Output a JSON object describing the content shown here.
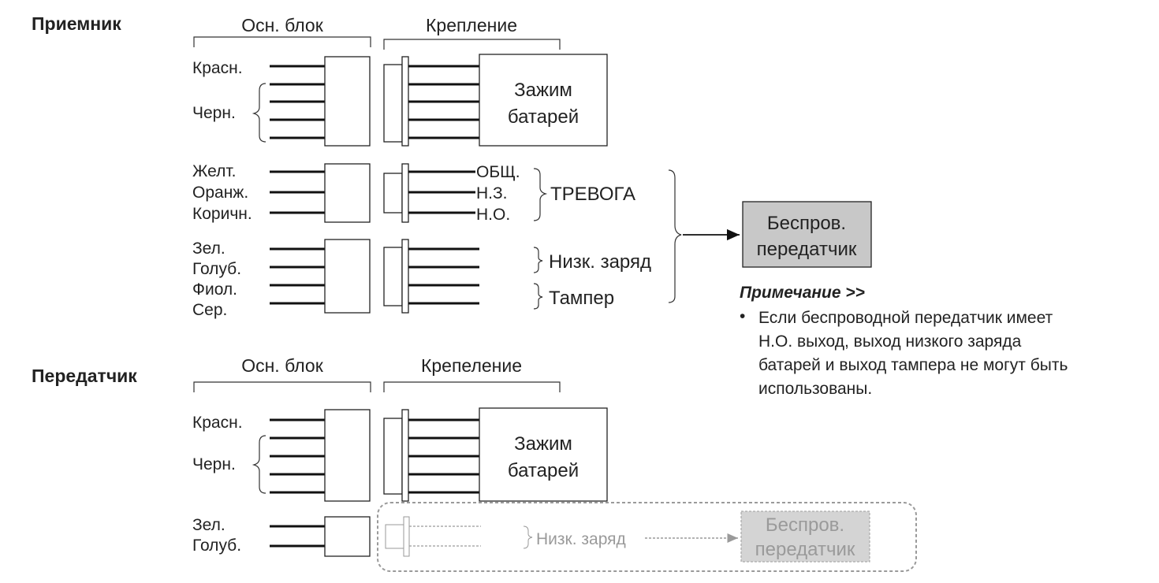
{
  "receiver": {
    "title": "Приемник",
    "main_unit_label": "Осн. блок",
    "mount_label": "Крепление",
    "wire_red": "Красн.",
    "wire_black": "Черн.",
    "battery_clamp_line1": "Зажим",
    "battery_clamp_line2": "батарей",
    "wire_yellow": "Желт.",
    "wire_orange": "Оранж.",
    "wire_brown": "Коричн.",
    "terminal_com": "ОБЩ.",
    "terminal_nc": "Н.З.",
    "terminal_no": "Н.О.",
    "alarm_label": "ТРЕВОГА",
    "wire_green": "Зел.",
    "wire_blue": "Голуб.",
    "wire_violet": "Фиол.",
    "wire_gray": "Сер.",
    "low_battery_label": "Низк. заряд",
    "tamper_label": "Тампер",
    "wireless_tx_line1": "Беспров.",
    "wireless_tx_line2": "передатчик"
  },
  "note": {
    "title": "Примечание >>",
    "bullet": "•",
    "line1": "Если беспроводной передатчик имеет",
    "line2": "Н.О. выход, выход низкого заряда",
    "line3": "батарей и выход тампера не могут быть",
    "line4": "использованы."
  },
  "transmitter": {
    "title": "Передатчик",
    "main_unit_label": "Осн. блок",
    "mount_label": "Крепеление",
    "wire_red": "Красн.",
    "wire_black": "Черн.",
    "battery_clamp_line1": "Зажим",
    "battery_clamp_line2": "батарей",
    "wire_green": "Зел.",
    "wire_blue": "Голуб.",
    "low_battery_label": "Низк. заряд",
    "wireless_tx_line1": "Беспров.",
    "wireless_tx_line2": "передатчик"
  },
  "colors": {
    "tx_box_fill": "#c8c8c8",
    "faded": "#9a9a9a"
  }
}
